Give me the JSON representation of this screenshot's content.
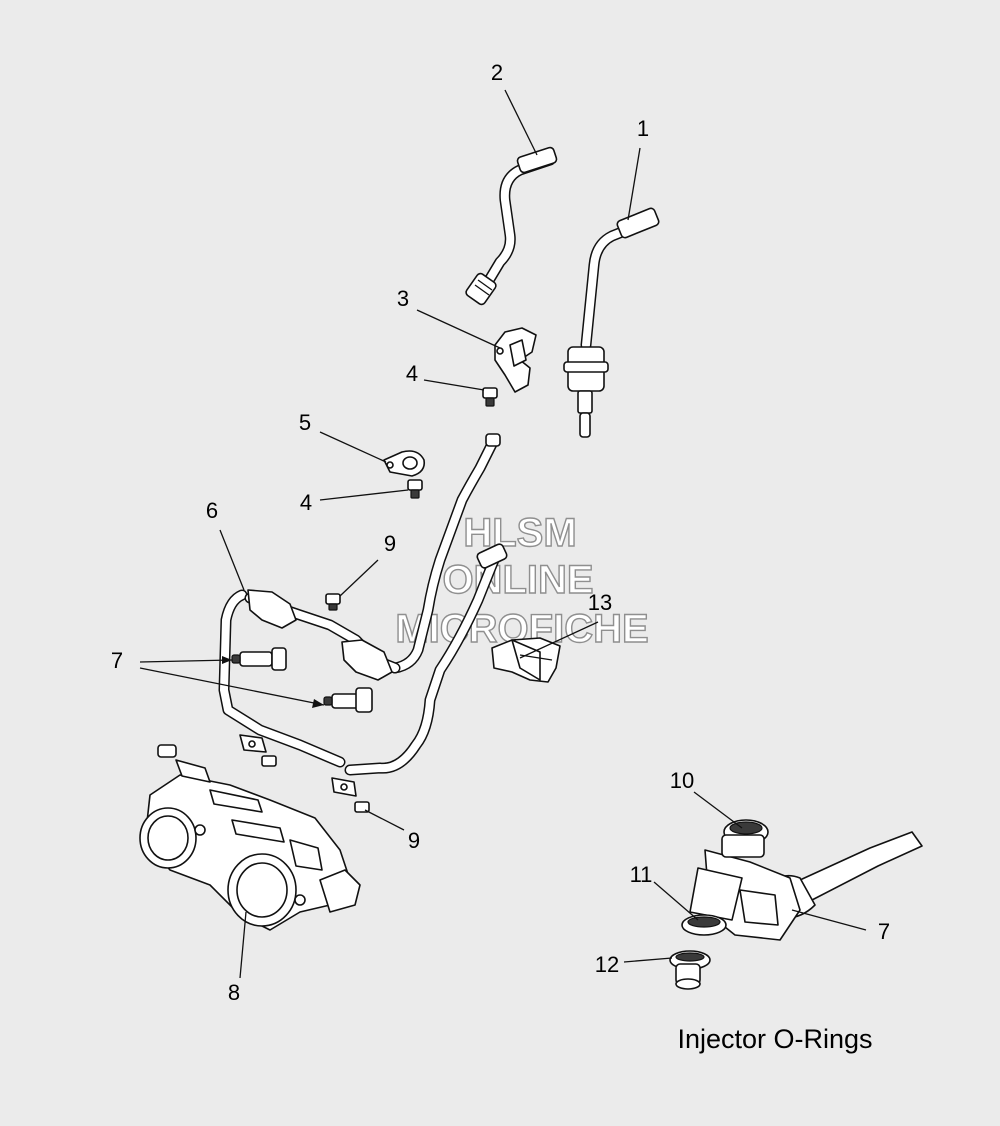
{
  "diagram": {
    "caption": "Injector O-Rings",
    "watermark": [
      "HLSM",
      "ONLINE",
      "MICROFICHE"
    ],
    "callouts": {
      "c1": "1",
      "c2": "2",
      "c3": "3",
      "c4a": "4",
      "c4b": "4",
      "c5": "5",
      "c6": "6",
      "c7a": "7",
      "c7b": "7",
      "c8": "8",
      "c9a": "9",
      "c9b": "9",
      "c10": "10",
      "c11": "11",
      "c12": "12",
      "c13": "13"
    }
  }
}
